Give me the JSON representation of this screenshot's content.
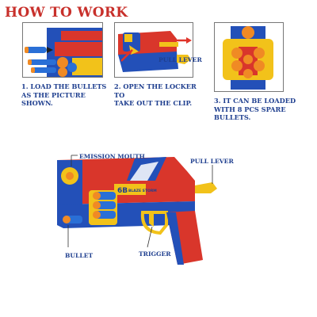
{
  "title": "HOW TO WORK",
  "steps": [
    {
      "caption_lines": [
        "1. LOAD THE BULLETS",
        "AS THE PICTURE SHOWN."
      ]
    },
    {
      "caption_lines": [
        "2. OPEN THE LOCKER TO",
        "TAKE OUT THE CLIP."
      ],
      "callout": "PULL LEVER"
    },
    {
      "caption_lines": [
        "3. IT CAN BE LOADED",
        "WITH 8 PCS SPARE",
        "BULLETS."
      ]
    }
  ],
  "diagram": {
    "labels": {
      "emission_mouth": "EMISSION MOUTH",
      "pull_lever": "PULL LEVER",
      "bullet": "BULLET",
      "trigger": "TRIGGER"
    },
    "gun_decal": {
      "badge": "6B",
      "text": "BLAZE STORM"
    }
  },
  "colors": {
    "title": "#c8302b",
    "caption": "#1f3f8f",
    "gun_red": "#d9362b",
    "gun_blue": "#2350b8",
    "gun_yellow": "#f2c21a",
    "dart_orange": "#f08a24",
    "dart_blue": "#2a6fd6"
  }
}
